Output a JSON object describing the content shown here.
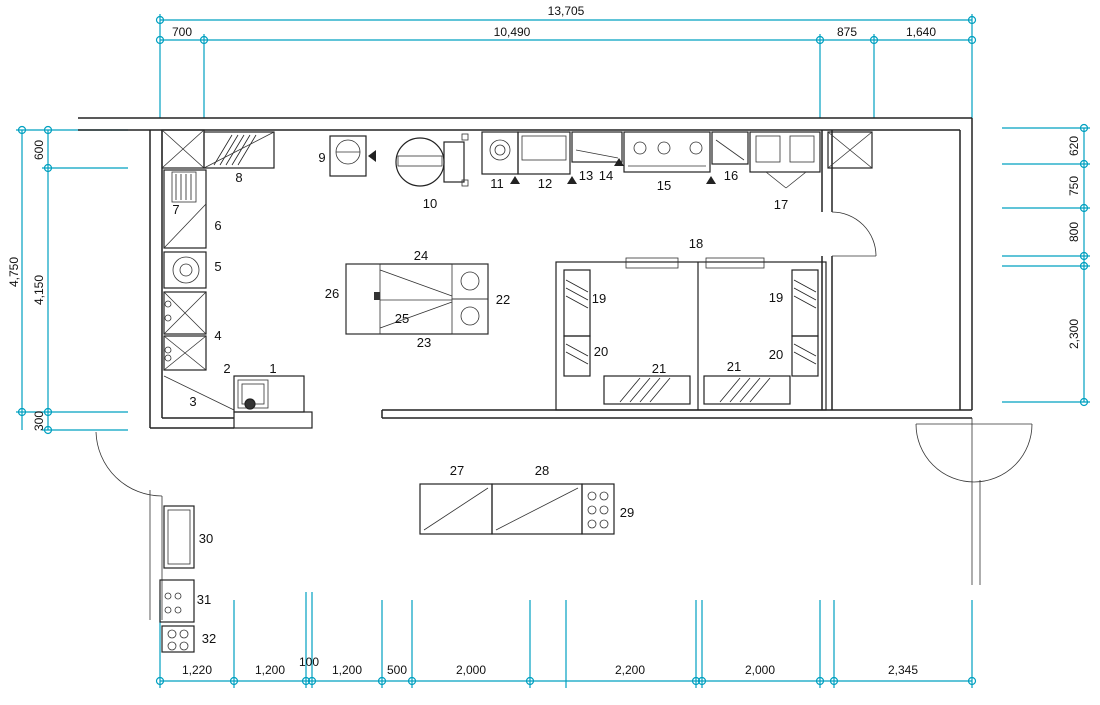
{
  "dimensions": {
    "top_total": "13,705",
    "top_segments": [
      "700",
      "10,490",
      "875",
      "1,640"
    ],
    "left_total": "4,750",
    "left_inner": "4,150",
    "left_top": "600",
    "left_bottom": "300",
    "right_segments": [
      "620",
      "750",
      "800",
      "2,300"
    ],
    "bottom_segments": [
      "1,220",
      "1,200",
      "100",
      "1,200",
      "500",
      "2,000",
      "2,200",
      "2,000",
      "2,345"
    ]
  },
  "equipment_numbers": [
    "1",
    "2",
    "3",
    "4",
    "5",
    "6",
    "7",
    "8",
    "9",
    "10",
    "11",
    "12",
    "13",
    "14",
    "15",
    "16",
    "17",
    "18",
    "19",
    "19",
    "20",
    "20",
    "21",
    "21",
    "22",
    "23",
    "24",
    "25",
    "26",
    "27",
    "28",
    "29",
    "30",
    "31",
    "32"
  ],
  "colors": {
    "dimension_line": "#00a0c0",
    "drawing_line": "#222222",
    "background": "#ffffff"
  }
}
